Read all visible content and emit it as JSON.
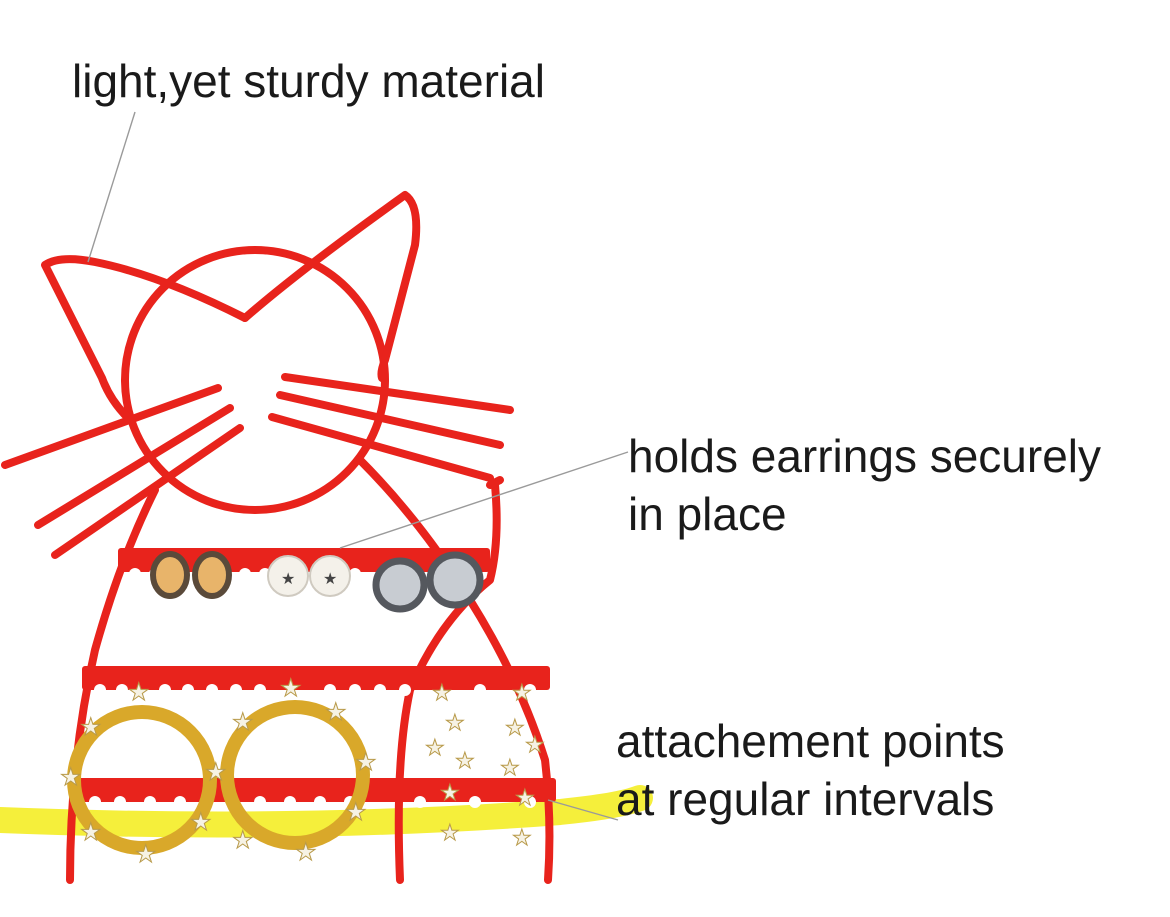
{
  "callouts": {
    "material": {
      "line1": "light,yet sturdy material"
    },
    "holds": {
      "line1": "holds earrings securely",
      "line2": "in place"
    },
    "attachment": {
      "line1": "attachement points",
      "line2": "at regular intervals"
    }
  },
  "colors": {
    "frame": "#e8231c",
    "highlight": "#f4ee2a",
    "leader": "#9a9a9a",
    "gold": "#d9a82a"
  }
}
